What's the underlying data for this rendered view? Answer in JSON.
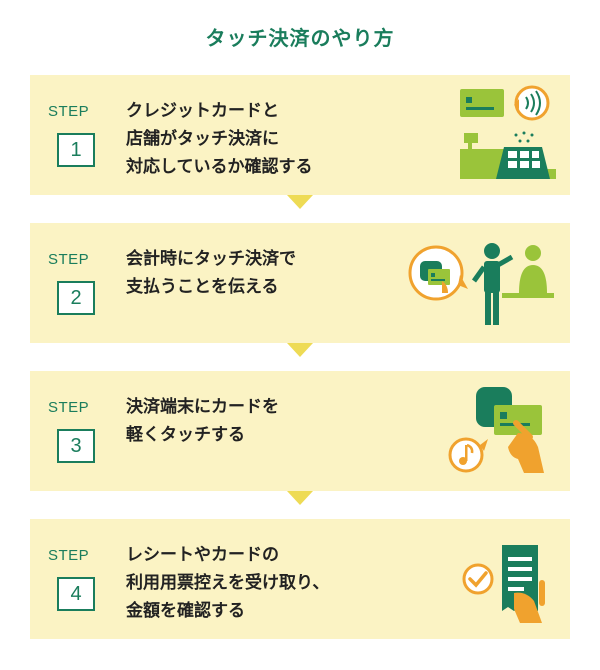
{
  "title": "タッチ決済のやり方",
  "steps": [
    {
      "label": "STEP",
      "number": "1",
      "lines": [
        "クレジットカードと",
        "店舗がタッチ決済に",
        "対応しているか確認する"
      ],
      "icon": "card-and-contactless-register-icon"
    },
    {
      "label": "STEP",
      "number": "2",
      "lines": [
        "会計時にタッチ決済で",
        "支払うことを伝える"
      ],
      "icon": "customer-talking-to-cashier-icon"
    },
    {
      "label": "STEP",
      "number": "3",
      "lines": [
        "決済端末にカードを",
        "軽くタッチする"
      ],
      "icon": "hand-tapping-card-icon"
    },
    {
      "label": "STEP",
      "number": "4",
      "lines": [
        "レシートやカードの",
        "利用用票控えを受け取り、",
        "金額を確認する"
      ],
      "icon": "receipt-check-icon"
    }
  ],
  "colors": {
    "accent_green": "#1a7d5c",
    "step_background": "#fbf3c4",
    "arrow_yellow": "#eedb55",
    "illustration_green": "#9ac43a",
    "illustration_orange": "#f0a22e",
    "illustration_teal": "#1a7d5c"
  }
}
